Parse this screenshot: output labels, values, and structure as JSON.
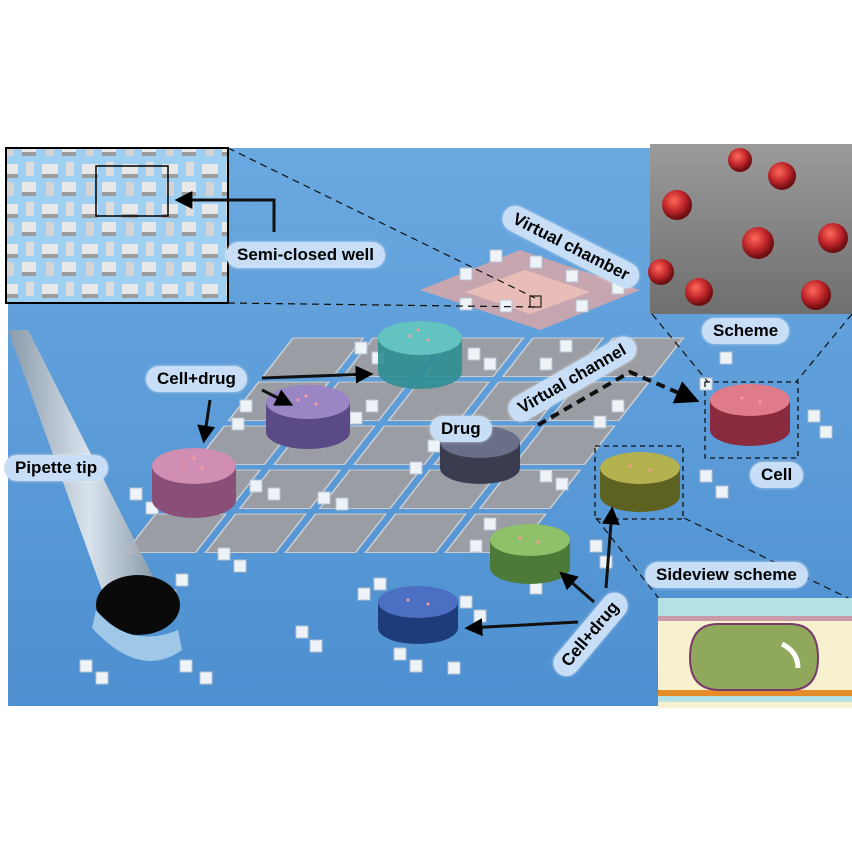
{
  "labels": {
    "semi_closed_well": "Semi-closed well",
    "virtual_chamber": "Virtual chamber",
    "virtual_channel": "Virtual channel",
    "cell_drug_top": "Cell+drug",
    "cell_drug_bottom": "Cell+drug",
    "drug": "Drug",
    "pipette_tip": "Pipette tip",
    "scheme": "Scheme",
    "cell": "Cell",
    "sideview_scheme": "Sideview scheme"
  },
  "colors": {
    "background": "#5b9bd8",
    "pill": "#c7def6",
    "well_teal": "#3aa6a8",
    "well_purple": "#7e6aa8",
    "well_pink": "#b9708f",
    "well_blue": "#2d4f9e",
    "well_green": "#6c9a4c",
    "well_yellow": "#8a8a32",
    "well_red": "#b8485a",
    "well_dark": "#4e5268",
    "cell_red": "#c0262b",
    "sideview_green": "#8fa85b"
  }
}
